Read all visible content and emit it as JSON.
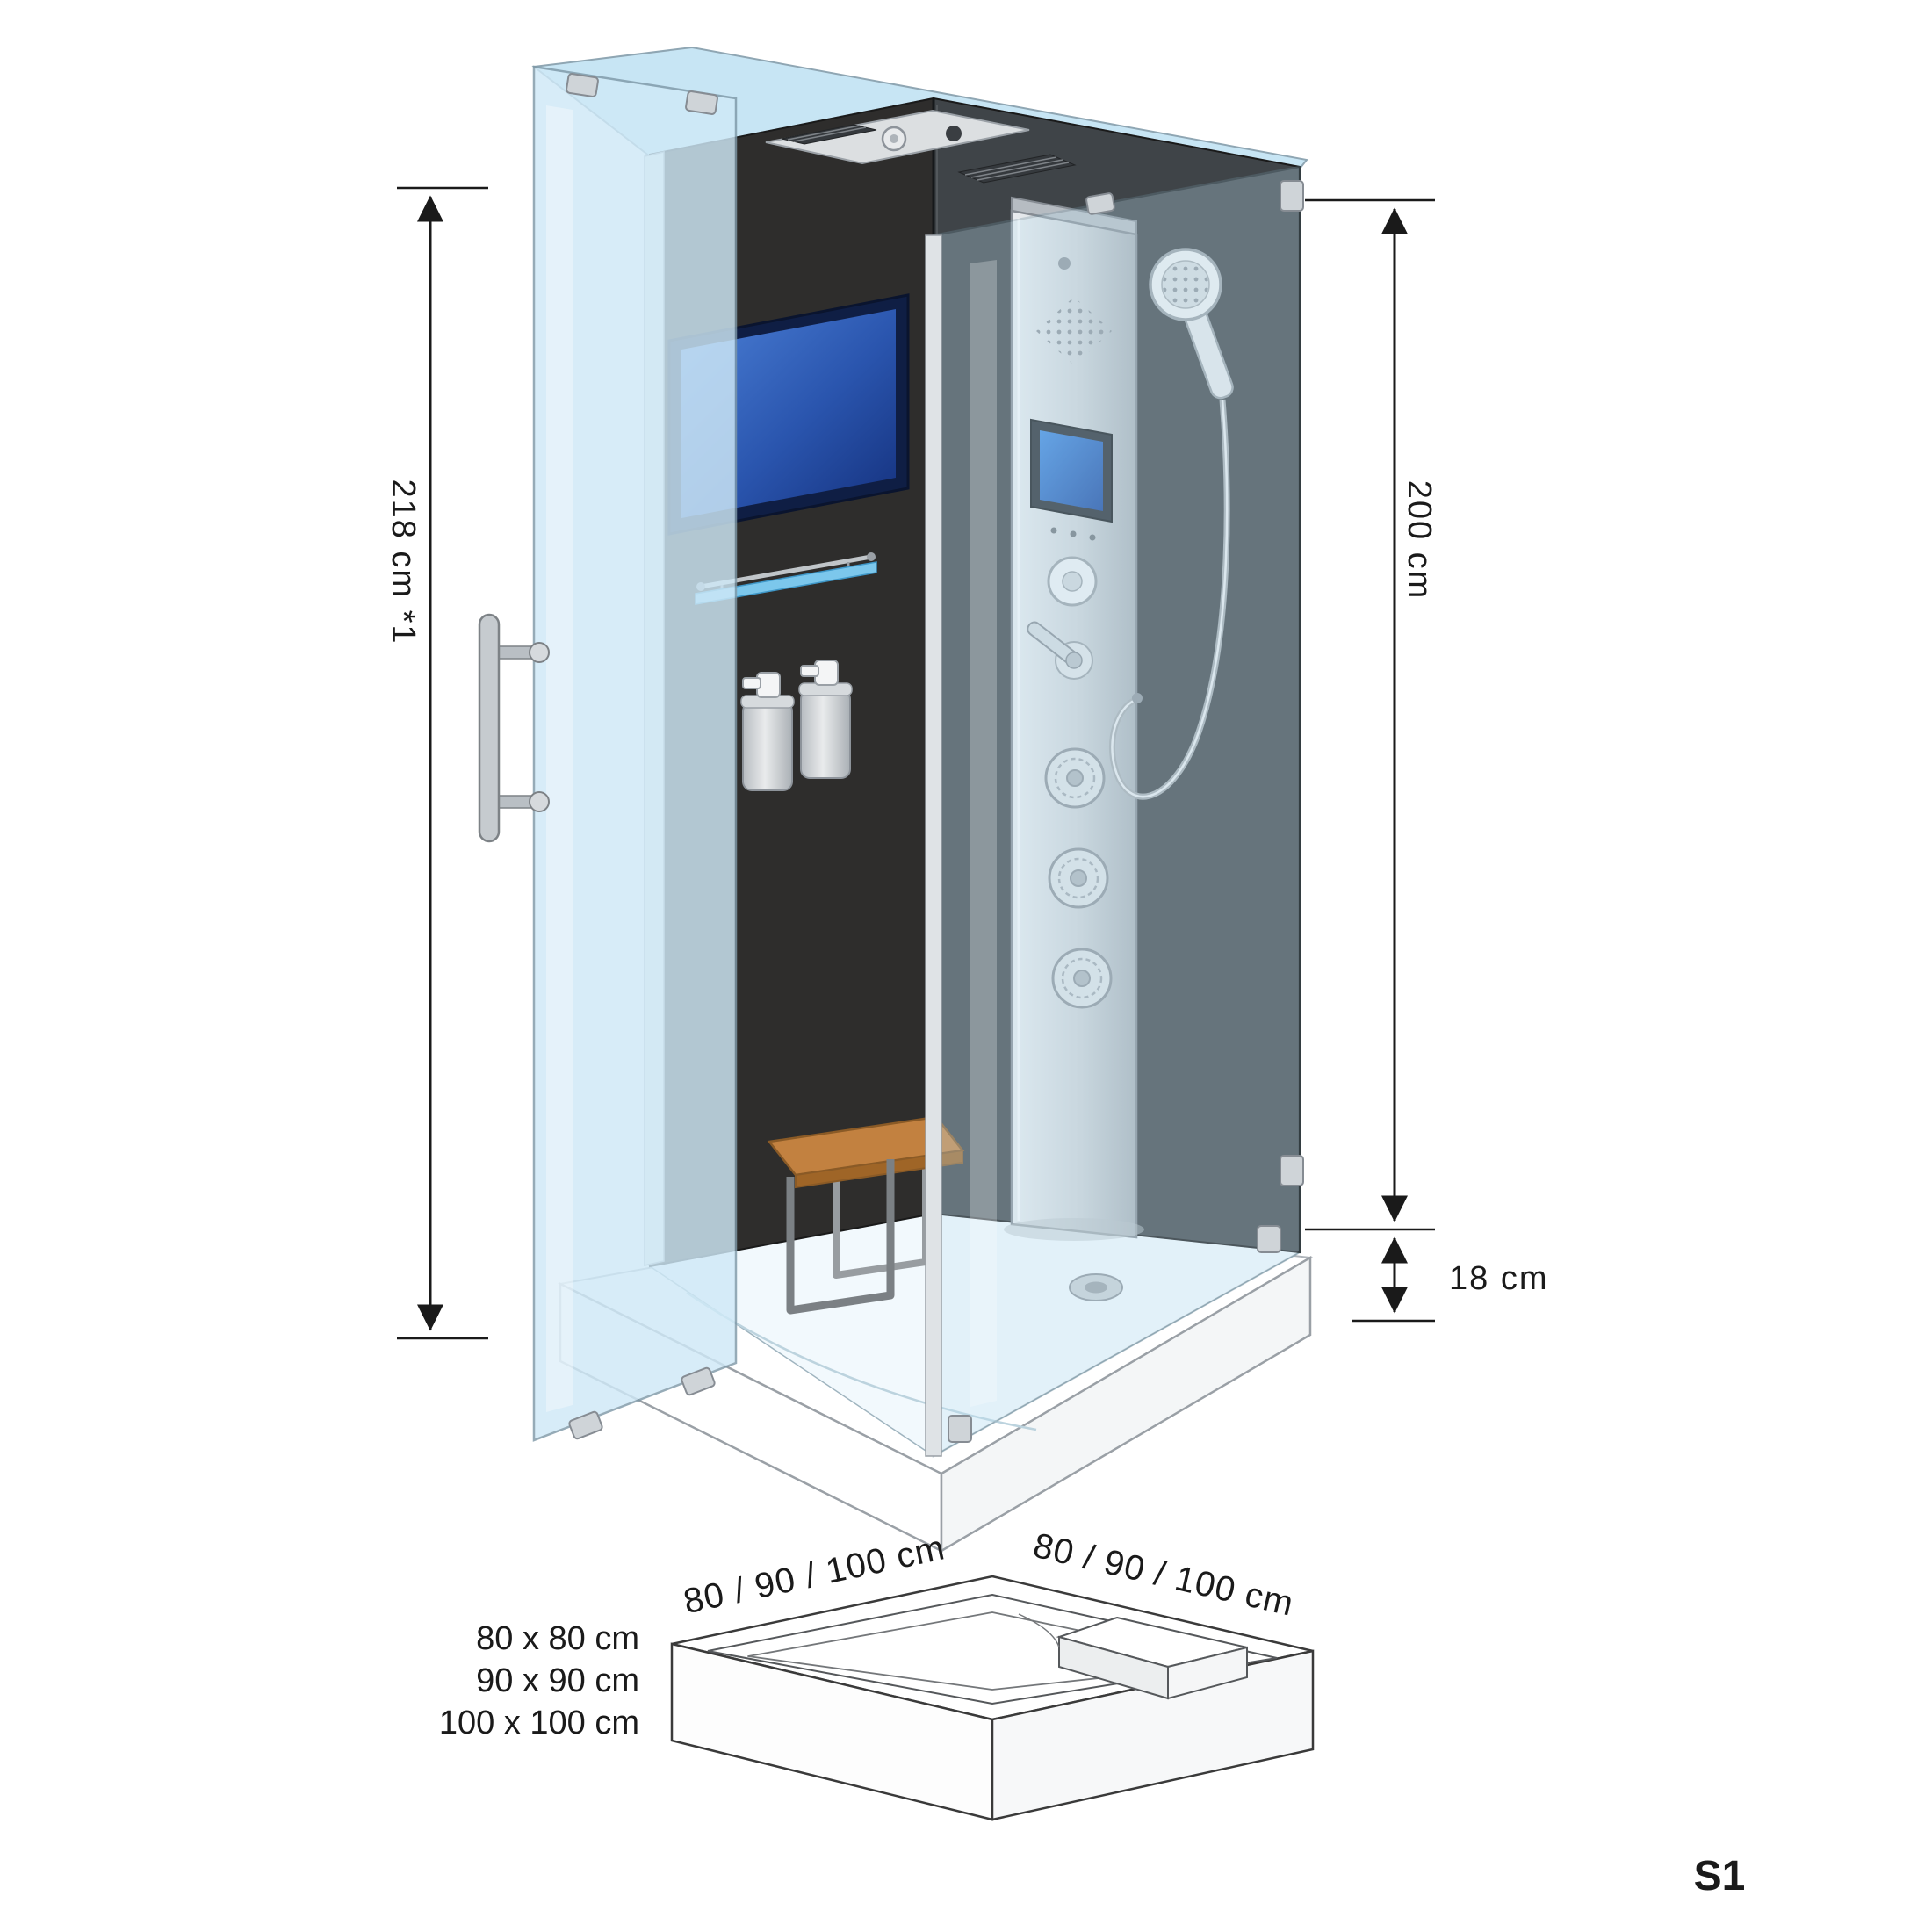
{
  "diagram": {
    "dimensions": {
      "total_height": "218 cm *1",
      "cabin_height": "200 cm",
      "tray_height": "18 cm"
    },
    "tray_diagram": {
      "edge_label_left": "80 / 90 / 100 cm",
      "edge_label_right": "80 / 90 / 100 cm",
      "size_options": [
        "80 x 80 cm",
        "90 x 90 cm",
        "100 x 100 cm"
      ]
    },
    "model_code": "S1",
    "colors": {
      "accent_red": "#e2001a",
      "glass_blue": "#cde8f5",
      "wall_black": "#2e2d2c",
      "tv_blue": "#2a55ae",
      "line_color": "#1a1a1a"
    }
  }
}
